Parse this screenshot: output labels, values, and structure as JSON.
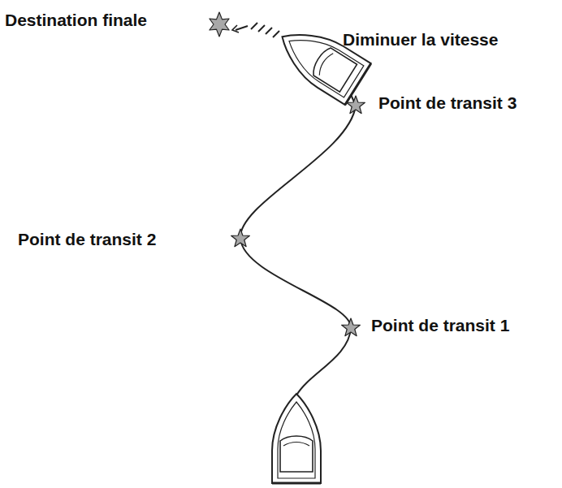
{
  "diagram": {
    "labels": [
      "Destination finale",
      "Diminuer la vitesse",
      "Point de transit 3",
      "Point de transit 2",
      "Point de transit 1"
    ]
  }
}
